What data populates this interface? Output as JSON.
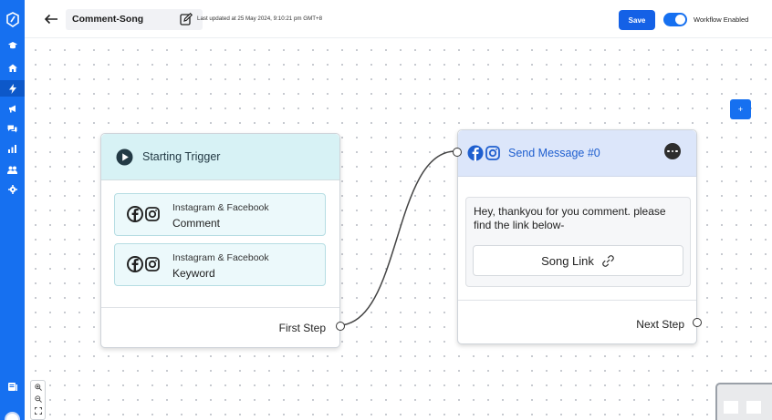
{
  "header": {
    "workflow_name": "Comment-Song",
    "last_updated": "Last updated at 25 May 2024, 9:10:21 pm GMT+8",
    "save_label": "Save",
    "workflow_toggle_label": "Workflow Enabled",
    "workflow_enabled": true
  },
  "sidebar": {
    "items": [
      {
        "icon": "graduation-cap-icon"
      },
      {
        "icon": "home-icon"
      },
      {
        "icon": "lightning-icon",
        "active": true
      },
      {
        "icon": "megaphone-icon"
      },
      {
        "icon": "chat-bubbles-icon"
      },
      {
        "icon": "bar-chart-icon"
      },
      {
        "icon": "users-icon"
      },
      {
        "icon": "gear-icon"
      },
      {
        "icon": "document-icon"
      }
    ]
  },
  "canvas": {
    "add_button_label": "+",
    "trigger_node": {
      "title": "Starting Trigger",
      "items": [
        {
          "platform": "Instagram & Facebook",
          "type": "Comment"
        },
        {
          "platform": "Instagram & Facebook",
          "type": "Keyword"
        }
      ],
      "footer_label": "First Step"
    },
    "message_node": {
      "title": "Send Message #0",
      "message_text": "Hey, thankyou for you comment. please find the link below-",
      "button_label": "Song Link",
      "footer_label": "Next Step"
    }
  },
  "colors": {
    "accent": "#1670f0",
    "trigger_header": "#d7f2f5",
    "message_header": "#dce6fa",
    "message_title": "#1f5fcf"
  }
}
